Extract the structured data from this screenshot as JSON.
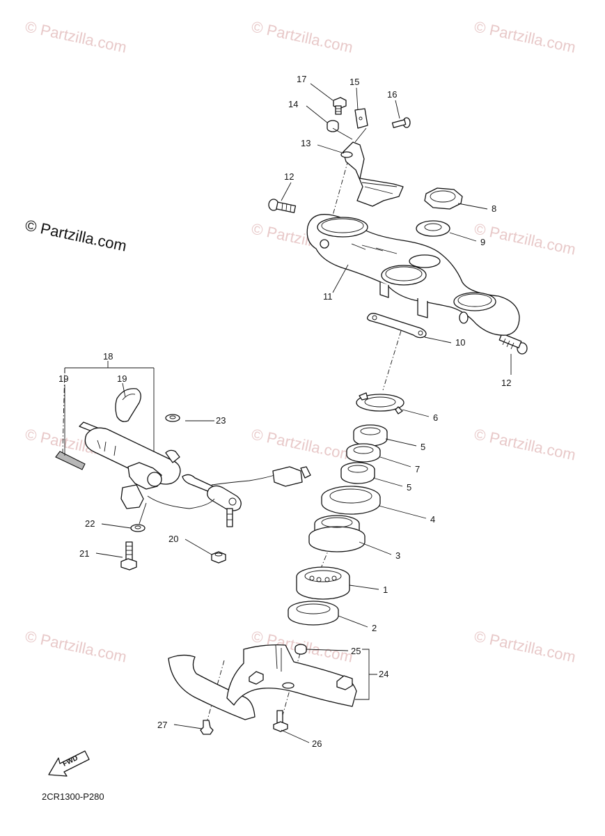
{
  "watermark": {
    "text": "© Partzilla.com",
    "color": "#e8c9c9"
  },
  "brand_mark": {
    "text": "© Partzilla.com"
  },
  "drawing_code": "2CR1300-P280",
  "fwd_label": "FWD",
  "callouts": {
    "c1": "1",
    "c2": "2",
    "c3": "3",
    "c4": "4",
    "c5a": "5",
    "c5b": "5",
    "c6": "6",
    "c7": "7",
    "c8": "8",
    "c9": "9",
    "c10": "10",
    "c11": "11",
    "c12a": "12",
    "c12b": "12",
    "c13": "13",
    "c14": "14",
    "c15": "15",
    "c16": "16",
    "c17": "17",
    "c18": "18",
    "c19a": "19",
    "c19b": "19",
    "c20": "20",
    "c21": "21",
    "c22": "22",
    "c23": "23",
    "c24": "24",
    "c25": "25",
    "c26": "26",
    "c27": "27"
  }
}
